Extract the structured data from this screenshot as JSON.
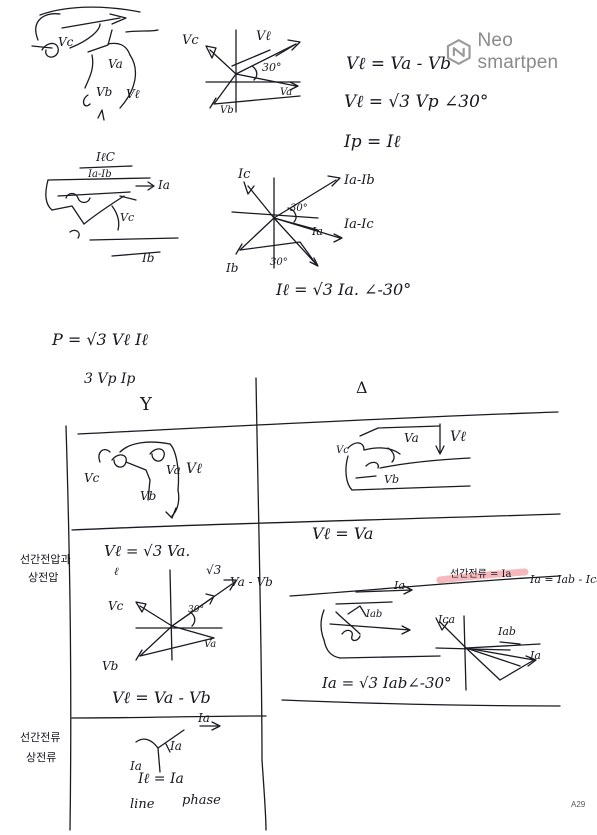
{
  "brand": {
    "name": "Neo smartpen",
    "icon": "neo-smartpen-logo-icon"
  },
  "page_number": "A29",
  "top_section": {
    "wye_labels": {
      "vc": "Vc",
      "va": "Va",
      "vb": "Vb",
      "vl": "Vℓ"
    },
    "wye_phasor_labels": {
      "vc": "Vc",
      "vl": "Vℓ",
      "angle": "30°",
      "vb": "Vb",
      "va": "Va"
    },
    "eq1": "Vℓ = Va - Vb",
    "eq2": "Vℓ = √3 Vp ∠30°",
    "eq3": "Ip = Iℓ",
    "delta_labels": {
      "top_current": "IℓC",
      "ia_minus_ib": "Ia-Ib",
      "ia": "Ia",
      "vc": "Vc",
      "ib": "Ib"
    },
    "delta_phasor_labels": {
      "ic": "Ic",
      "ia_ib": "Ia-Ib",
      "angle": "30°",
      "ia": "Ia",
      "ia_ic": "Ia-Ic",
      "ib": "Ib",
      "angle2": "30°"
    },
    "eq4": "Iℓ = √3 Ia. ∠-30°",
    "power": "P = √3 Vℓ Iℓ",
    "power2": "3 Vp Ip"
  },
  "table": {
    "headers": {
      "wye": "Y",
      "delta": "Δ"
    },
    "row1": {
      "wye_labels": {
        "vc": "Vc",
        "va": "Va",
        "vl": "Vℓ",
        "vb": "Vb"
      },
      "delta_labels": {
        "vc": "Vc",
        "va": "Va",
        "vl": "Vℓ",
        "vb": "Vb"
      }
    },
    "row2": {
      "side_label_1": "선간전압과",
      "side_label_2": "상전압",
      "wye_eq": "Vℓ = √3 Va.",
      "wye_eq_sub": "ℓ",
      "wye_phasor": {
        "root3": "√3",
        "va_vb": "Va - Vb",
        "vc": "Vc",
        "angle": "30°",
        "va": "Va",
        "vb": "Vb"
      },
      "wye_eq2": "Vℓ = Va - Vb",
      "delta_eq": "Vℓ = Va",
      "delta_ia": "Ia",
      "delta_highlight": "선간전류 = Ia",
      "delta_ia_eq": "Ia = Iab - Ica",
      "delta_iab": "Iab",
      "delta_phasor": {
        "ica": "Ica",
        "iab": "Iab",
        "ia": "Ia"
      },
      "delta_eq2": "Ia = √3 Iab∠-30°"
    },
    "row3": {
      "side_label_1": "선간전류",
      "side_label_2": "상전류",
      "ia_top": "Ia",
      "ia_mid": "Ia",
      "ia_left": "Ia",
      "eq": "Iℓ = Ia",
      "line": "line",
      "phase": "phase"
    }
  }
}
